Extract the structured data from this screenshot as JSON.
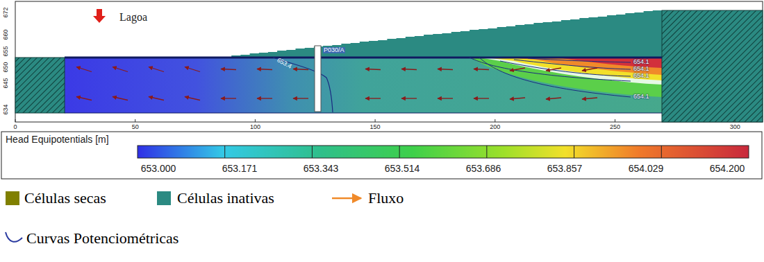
{
  "diagram": {
    "labels": [
      "Lagoa",
      "672",
      "660",
      "655",
      "650",
      "645",
      "634",
      "0",
      "50",
      "100",
      "150",
      "200",
      "250",
      "300",
      "P030/A",
      "653.4",
      "654.1",
      "654.1",
      "654.1",
      "654.1",
      "Head Equipotentials [m]",
      "653.000",
      "653.171",
      "653.343",
      "653.514",
      "653.686",
      "653.857",
      "654.029",
      "654.200"
    ],
    "legend": [
      {
        "text": "Células secas",
        "color": "#808000"
      },
      {
        "text": "Células inativas",
        "color": "#2b8a82"
      },
      {
        "text": "Fluxo"
      },
      {
        "text": "Curvas Potenciométricas"
      }
    ]
  }
}
